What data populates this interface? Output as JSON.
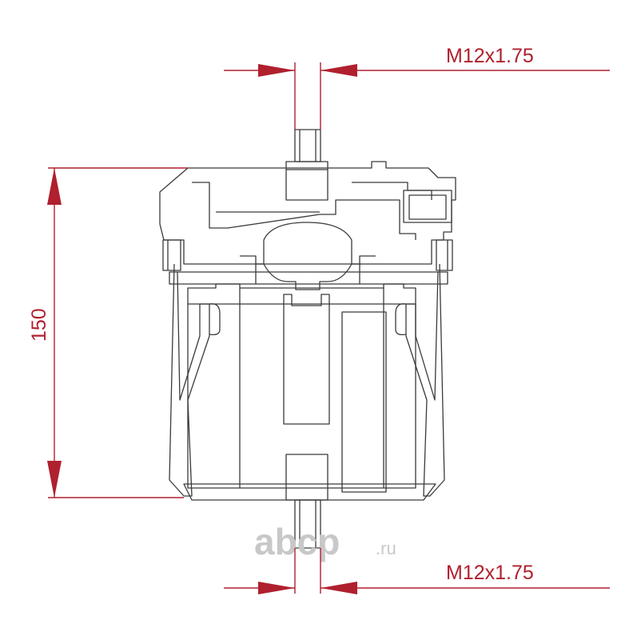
{
  "dimensions": {
    "thread_top": "M12x1.75",
    "thread_bottom": "M12x1.75",
    "height": "150"
  },
  "watermark": {
    "brand": "abcp",
    "suffix": ".ru"
  },
  "colors": {
    "dimension": "#b0202e",
    "outline": "#3a3a3a",
    "watermark": "#c8c8c8"
  }
}
